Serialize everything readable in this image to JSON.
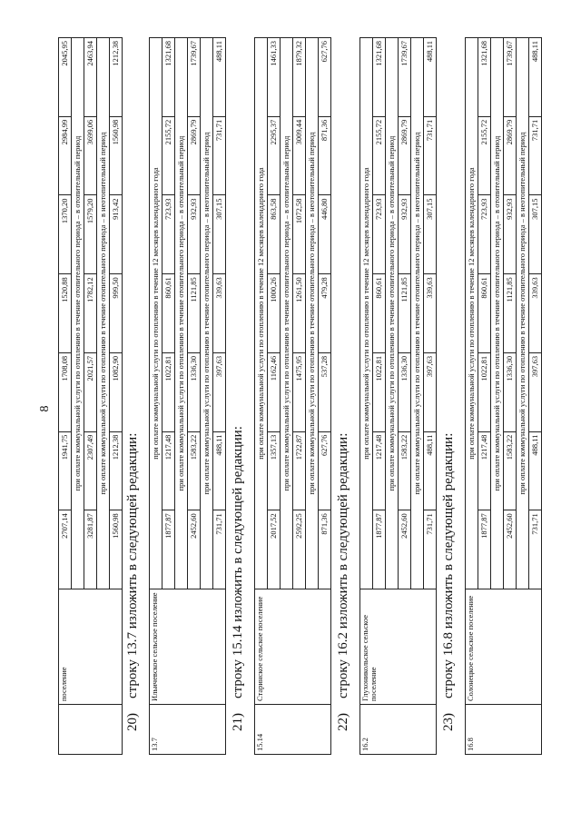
{
  "page_number": "8",
  "note_labels": {
    "year": "при оплате коммунальной услуги по отоплению в течение 12 месяцев календарного года",
    "heating": "при оплате коммунальной услуги по отоплению в течение отопительного периода – в отопительный период",
    "nonheating": "при оплате коммунальной услуги по отоплению в течение отопительного периода – в неотопительный период"
  },
  "top_fragment": {
    "name": "поселение",
    "row_year": [
      "2707,14",
      "1941,75",
      "1708,08",
      "1520,88",
      "1370,20",
      "2984,99",
      "2045,95"
    ],
    "row_heating": [
      "3281,87",
      "2307,49",
      "2021,57",
      "1782,12",
      "1579,20",
      "3699,06",
      "2463,94"
    ],
    "row_nonheating": [
      "1560,98",
      "1212,38",
      "1082,90",
      "999,50",
      "913,42",
      "1560,98",
      "1212,38"
    ]
  },
  "sections": [
    {
      "number": "20)",
      "heading": "строку 13.7 изложить в следующей редакции:",
      "code": "13.7",
      "name": "Ильичевское сельское поселение",
      "row_year": [
        "1877,87",
        "1217,48",
        "1022,81",
        "860,61",
        "723,93",
        "2155,72",
        "1321,68"
      ],
      "row_heating": [
        "2452,60",
        "1583,22",
        "1336,30",
        "1121,85",
        "932,93",
        "2869,79",
        "1739,67"
      ],
      "row_nonheating": [
        "731,71",
        "488,11",
        "397,63",
        "339,63",
        "307,15",
        "731,71",
        "488,11"
      ]
    },
    {
      "number": "21)",
      "heading": "строку 15.14 изложить в следующей редакции:",
      "code": "15.14",
      "name": "Старинское сельское поселение",
      "row_year": [
        "2017,52",
        "1357,13",
        "1162,46",
        "1000,26",
        "863,58",
        "2295,37",
        "1461,33"
      ],
      "row_heating": [
        "2592,25",
        "1722,87",
        "1475,95",
        "1261,50",
        "1072,58",
        "3009,44",
        "1879,32"
      ],
      "row_nonheating": [
        "871,36",
        "627,76",
        "537,28",
        "479,28",
        "446,80",
        "871,36",
        "627,76"
      ]
    },
    {
      "number": "22)",
      "heading": "строку 16.2 изложить в следующей редакции:",
      "code": "16.2",
      "name": "Глухоникольское сельское поселение",
      "row_year": [
        "1877,87",
        "1217,48",
        "1022,81",
        "860,61",
        "723,93",
        "2155,72",
        "1321,68"
      ],
      "row_heating": [
        "2452,60",
        "1583,22",
        "1336,30",
        "1121,85",
        "932,93",
        "2869,79",
        "1739,67"
      ],
      "row_nonheating": [
        "731,71",
        "488,11",
        "397,63",
        "339,63",
        "307,15",
        "731,71",
        "488,11"
      ]
    },
    {
      "number": "23)",
      "heading": "строку 16.8 изложить в следующей редакции:",
      "code": "16.8",
      "name": "Солонецкое сельское поселение",
      "row_year": [
        "1877,87",
        "1217,48",
        "1022,81",
        "860,61",
        "723,93",
        "2155,72",
        "1321,68"
      ],
      "row_heating": [
        "2452,60",
        "1583,22",
        "1336,30",
        "1121,85",
        "932,93",
        "2869,79",
        "1739,67"
      ],
      "row_nonheating": [
        "731,71",
        "488,11",
        "397,63",
        "339,63",
        "307,15",
        "731,71",
        "488,11"
      ]
    }
  ]
}
